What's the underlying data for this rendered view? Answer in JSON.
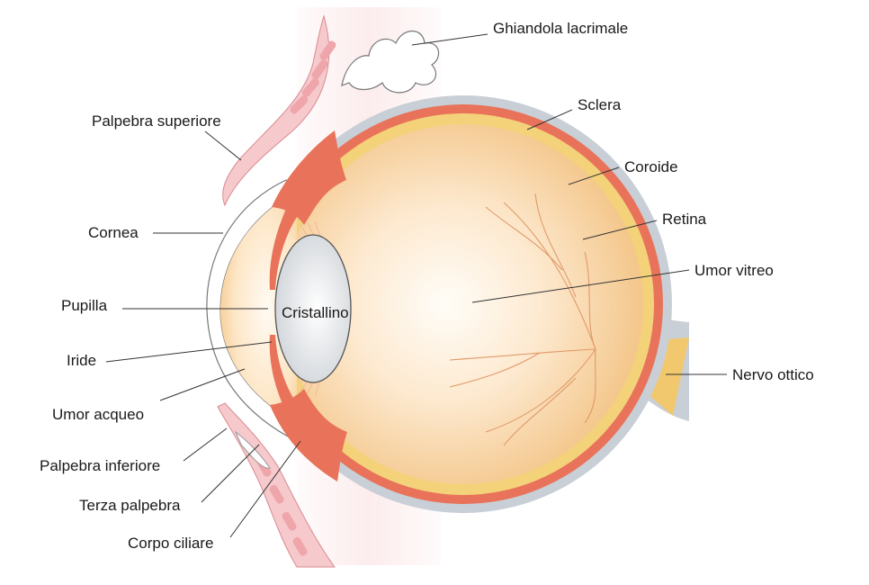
{
  "labels": {
    "ghiandola_lacrimale": "Ghiandola lacrimale",
    "sclera": "Sclera",
    "palpebra_superiore": "Palpebra superiore",
    "coroide": "Coroide",
    "retina": "Retina",
    "cornea": "Cornea",
    "umor_vitreo": "Umor vitreo",
    "pupilla": "Pupilla",
    "cristallino": "Cristallino",
    "iride": "Iride",
    "nervo_ottico": "Nervo ottico",
    "umor_acqueo": "Umor acqueo",
    "palpebra_inferiore": "Palpebra inferiore",
    "terza_palpebra": "Terza palpebra",
    "corpo_ciliare": "Corpo ciliare"
  },
  "colors": {
    "sclera": "#c9cfd6",
    "choroid": "#e8735a",
    "retina": "#f3d27a",
    "vitreous_center": "#fffdf8",
    "vitreous_edge": "#f2c07e",
    "lens": "#dfe2e6",
    "eyelid": "#f6c9cc",
    "skin_band": "#fbe7e8",
    "iris": "#e8735a",
    "nerve": "#f1c86e",
    "vessels": "#e09a6a"
  }
}
